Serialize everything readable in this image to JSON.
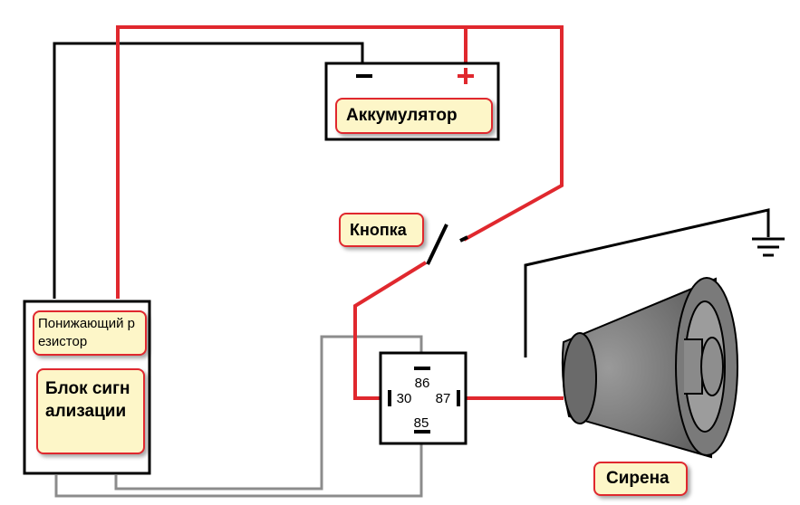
{
  "labels": {
    "battery": "Аккумулятор",
    "button": "Кнопка",
    "resistor": "Понижающий резистор",
    "alarm_unit": "Блок сигнализации",
    "siren": "Сирена"
  },
  "battery_terminals": {
    "negative": "−",
    "positive": "+"
  },
  "relay_pins": {
    "p86": "86",
    "p30": "30",
    "p87": "87",
    "p85": "85"
  },
  "colors": {
    "positive_wire": "#e0282e",
    "negative_wire": "#000000",
    "signal_wire": "#8c8c8c",
    "label_fill": "#fdf6c8",
    "siren_body": "#7a7a7a"
  }
}
